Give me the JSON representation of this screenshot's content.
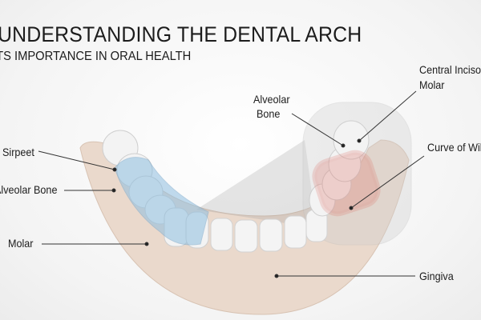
{
  "header": {
    "title": "UNDERSTANDING THE DENTAL ARCH",
    "subtitle": "ITS IMPORTANCE IN ORAL HEALTH"
  },
  "labels": {
    "central_incisor": "Central Incisor",
    "molar_right": "Molar",
    "alveolar_bone_top_1": "Alveolar",
    "alveolar_bone_top_2": "Bone",
    "curve_of_wilson": "Curve of Wilson",
    "sirpeet": "Sirpeet",
    "alveolar_bone_left": "Alveolar Bone",
    "molar_left": "Molar",
    "gingiva": "Gingiva"
  },
  "colors": {
    "gum": "#ead9cc",
    "tooth": "#f3f3f3",
    "highlight_blue": "#8fbfe0",
    "highlight_red": "#e07a70"
  }
}
